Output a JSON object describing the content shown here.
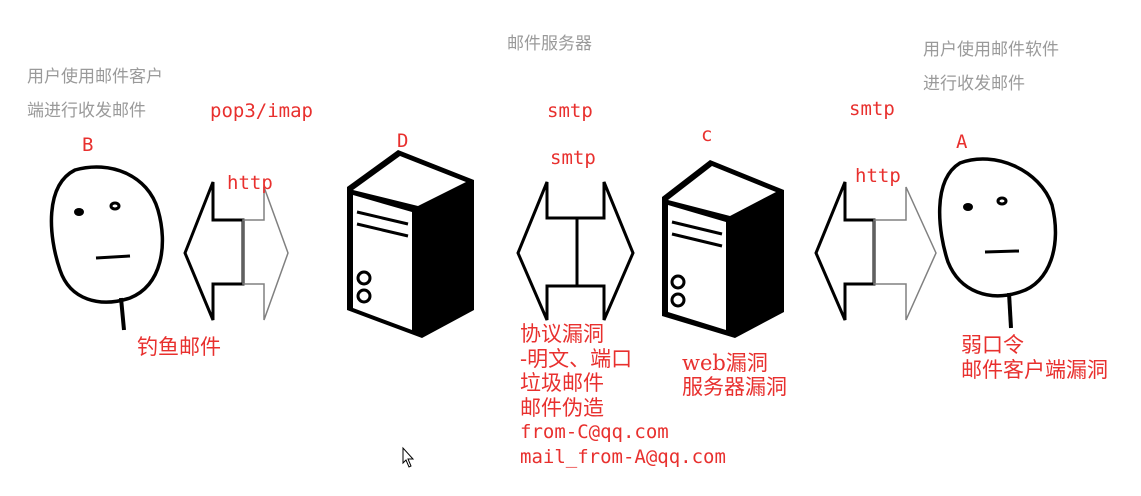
{
  "server_title": "邮件服务器",
  "notes": {
    "user_b": [
      "用户使用邮件客户",
      "端进行收发邮件"
    ],
    "user_a": [
      "用户使用邮件软件",
      "进行收发邮件"
    ]
  },
  "node_labels": {
    "b": "B",
    "d": "D",
    "c": "c",
    "a": "A"
  },
  "protocols": {
    "pop3_imap": "pop3/imap",
    "http_left": "http",
    "smtp_top_center": "smtp",
    "smtp_mid_center": "smtp",
    "smtp_right": "smtp",
    "http_right": "http"
  },
  "vulnerabilities": {
    "phishing": "钓鱼邮件",
    "protocol": [
      "协议漏洞",
      "-明文、端口",
      "垃圾邮件",
      "邮件伪造",
      "from-C@qq.com",
      "mail_from-A@qq.com"
    ],
    "web_server": [
      "web漏洞",
      "服务器漏洞"
    ],
    "client": [
      "弱口令",
      "邮件客户端漏洞"
    ]
  },
  "colors": {
    "annotation_red": "#e8302e",
    "note_gray": "#9a9a9a",
    "line_black": "#000000",
    "arrow_gray": "#808080"
  }
}
